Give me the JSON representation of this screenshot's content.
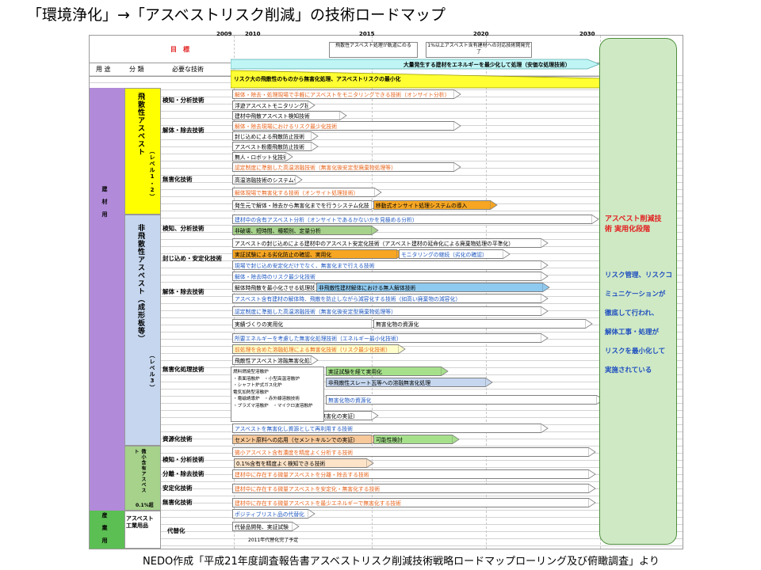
{
  "title": "「環境浄化」→「アスベストリスク削減」の技術ロードマップ",
  "footer": "NEDO作成「平成21年度調査報告書アスベストリスク削減技術戦略ロードマップローリング及び俯瞰調査」より",
  "header": {
    "target_label": "目　標",
    "col_use": "用 途",
    "col_class": "分 類",
    "col_tech": "必要な技術",
    "years": [
      "2009",
      "2010",
      "2015",
      "2020",
      "2030"
    ],
    "milestone1": "飛散性アスベスト処理が軌道にのる",
    "milestone2": "1%以上アスベスト含有建材への対応技術開発完了"
  },
  "goals": {
    "goal1": "大量発生する建材をエネルギーを最少化して処理（安価な処理技術）",
    "goal2": "リスク大の飛散性のものから無害化処理、アスベストリスクの最小化"
  },
  "categories": {
    "use_building": "建　材　用",
    "use_industrial": "産　業　用",
    "friable": "飛散性アスベスト",
    "friable_level": "（レベル1・2）",
    "nonfriable": "非飛散性アスベスト（成形板等）",
    "nonfriable_level": "（レベル3）",
    "trace": "微小含有アスベスト",
    "trace_level": "0.1%超",
    "industrial": "アスベスト工業用品"
  },
  "subcats": {
    "detect1": "検知・分析技術",
    "dismantle1": "解体・除去技術",
    "detox1": "無害化技術",
    "detect2": "検知、分析技術",
    "contain2": "封じ込め・安定化技術",
    "dismantle2": "解体・除去技術",
    "detox2": "無害化処理技術",
    "resource2": "資源化技術",
    "detect3": "検知・分析技術",
    "separate3": "分離・除去技術",
    "stabilize3": "安定化技術",
    "detox3": "無害化技術",
    "substitute": "代替化"
  },
  "bars": [
    {
      "text": "解体・除去・処理現場で手軽にアスベストをモニタリングできる技術（オンサイト分析）",
      "color": "orange"
    },
    {
      "text": "浮遊アスベストモニタリング技術",
      "color": "black"
    },
    {
      "text": "建材中飛散アスベスト検知技術",
      "color": "black"
    },
    {
      "text": "解体・除去現場におけるリスク最少化技術",
      "color": "orange"
    },
    {
      "text": "封じ込めによる飛散防止技術",
      "color": "black"
    },
    {
      "text": "アスベスト粉塵飛散防止技術",
      "color": "black"
    },
    {
      "text": "無人・ロボット化技術",
      "color": "black"
    },
    {
      "text": "認定制度に準拠した高温溶融技術（無害化後安定型廃棄物処理等）",
      "color": "orange"
    },
    {
      "text": "高温溶融技術のシステム化",
      "color": "black"
    },
    {
      "text": "解体現場で無害化する技術（オンサイト処理技術）",
      "color": "orange"
    },
    {
      "text": "発生元で解体・除去から無害化までを行うシステム化技",
      "color": "black"
    },
    {
      "text": "移動式オンサイト処理システムの導入",
      "color": "black"
    },
    {
      "text": "建材中の含有アスベスト分析（オンサイトであるかないかを見極める分析）",
      "color": "blue"
    },
    {
      "text": "非破壊、短時間、種類別、定量分析",
      "color": "black"
    },
    {
      "text": "アスベストの封じ込めによる建材中のアスベスト安定化技術（アスベスト建材の延命化による廃棄物処理の平準化）",
      "color": "black"
    },
    {
      "text": "実証試験による劣化防止の確認、実用化",
      "color": "black"
    },
    {
      "text": "モニタリングの継続（劣化の確認）",
      "color": "blue"
    },
    {
      "text": "現場で封じ込め安定化だけでなく、無害化まで行える技術",
      "color": "blue"
    },
    {
      "text": "解体・除去時のリスク最少化技術",
      "color": "blue"
    },
    {
      "text": "解体時飛散を最小化させる処理技術",
      "color": "black"
    },
    {
      "text": "非飛散性建材解体における無人解体技術",
      "color": "black"
    },
    {
      "text": "アスベスト含有建材の解体時、飛散を防止しながら減容化する技術（如高い廃棄物の減容化）",
      "color": "blue"
    },
    {
      "text": "認定制度に準拠した高温溶融技術（無害化後安定型廃棄物処理等）",
      "color": "blue"
    },
    {
      "text": "実績づくりの実用化",
      "color": "black"
    },
    {
      "text": "無害化物の資源化",
      "color": "black"
    },
    {
      "text": "所要エネルギーを考慮した無害化処理技術（エネルギー最小化技術）",
      "color": "blue"
    },
    {
      "text": "前処理を含めた溶融処理による無害化技術（リスク最少化技術）",
      "color": "orange"
    },
    {
      "text": "飛散性アスベスト溶融無害化処理",
      "color": "black"
    },
    {
      "text": "実証試験を経て実用化",
      "color": "black"
    },
    {
      "text": "非飛散性スレート瓦等への溶融無害化処理",
      "color": "black"
    },
    {
      "text": "無害化物の資源化",
      "color": "blue"
    },
    {
      "text": "メカノケミカルによる無害化処理（無害化の実証）",
      "color": "black"
    },
    {
      "text": "アスベストを無害化し資源として再利用する技術",
      "color": "blue"
    },
    {
      "text": "セメント原料への応用（セメントキルンでの実証）",
      "color": "black"
    },
    {
      "text": "可能性検討",
      "color": "black"
    },
    {
      "text": "微小アスベスト含有濃度を精度よく分析する技術",
      "color": "orange"
    },
    {
      "text": "0.1%含有を精度よく検知できる技術",
      "color": "black"
    },
    {
      "text": "建材中に存在する微量アスベストを分離・除去する技術",
      "color": "orange"
    },
    {
      "text": "建材中に存在する微量アスベストを安定化・無害化する技術",
      "color": "orange"
    },
    {
      "text": "建材中に存在する微量アスベストを最少エネルギーで無害化する技術",
      "color": "orange"
    },
    {
      "text": "ポジティブリスト品の代替化",
      "color": "blue"
    },
    {
      "text": "代替品開発、実証試験",
      "color": "black"
    },
    {
      "text": "2011年代替化完了予定",
      "color": "black"
    }
  ],
  "melt_box": {
    "l1": "燃料燃焼型溶融炉",
    "l2": "・表面溶融炉　・小型高温溶融炉",
    "l3": "・シャフト炉式ガス化炉",
    "l4": "電気加熱型溶融炉",
    "l5": "・電磁誘導炉　・赤外線溶融技術",
    "l6": "・プラズマ溶融炉　・マイクロ波溶融炉"
  },
  "right_panel": {
    "stage_line1": "アスベスト削減技",
    "stage_line2": "術 実用化段階",
    "r1": "リスク管理、リスクコ",
    "r2": "ミュニケーションが",
    "r3": "徹底して行われ、",
    "r4": "解体工事・処理が",
    "r5": "リスクを最小化して",
    "r6": "実施されている"
  },
  "colors": {
    "friable_yellow": "#ffff00",
    "nonfriable_blue": "#c5d6ee",
    "trace_green": "#a6d28b",
    "industrial_green": "#5cbf53",
    "use_purple": "#b18ad9",
    "goal_cyan": "#bff5f5",
    "goal_yellow": "#ffff33",
    "arrow_orange": "#f6a623",
    "arrow_purple": "#b5a3e3",
    "panel_green": "#cfe9c5",
    "panel_text_red": "#e22020",
    "panel_text_blue": "#1f4fbf"
  }
}
